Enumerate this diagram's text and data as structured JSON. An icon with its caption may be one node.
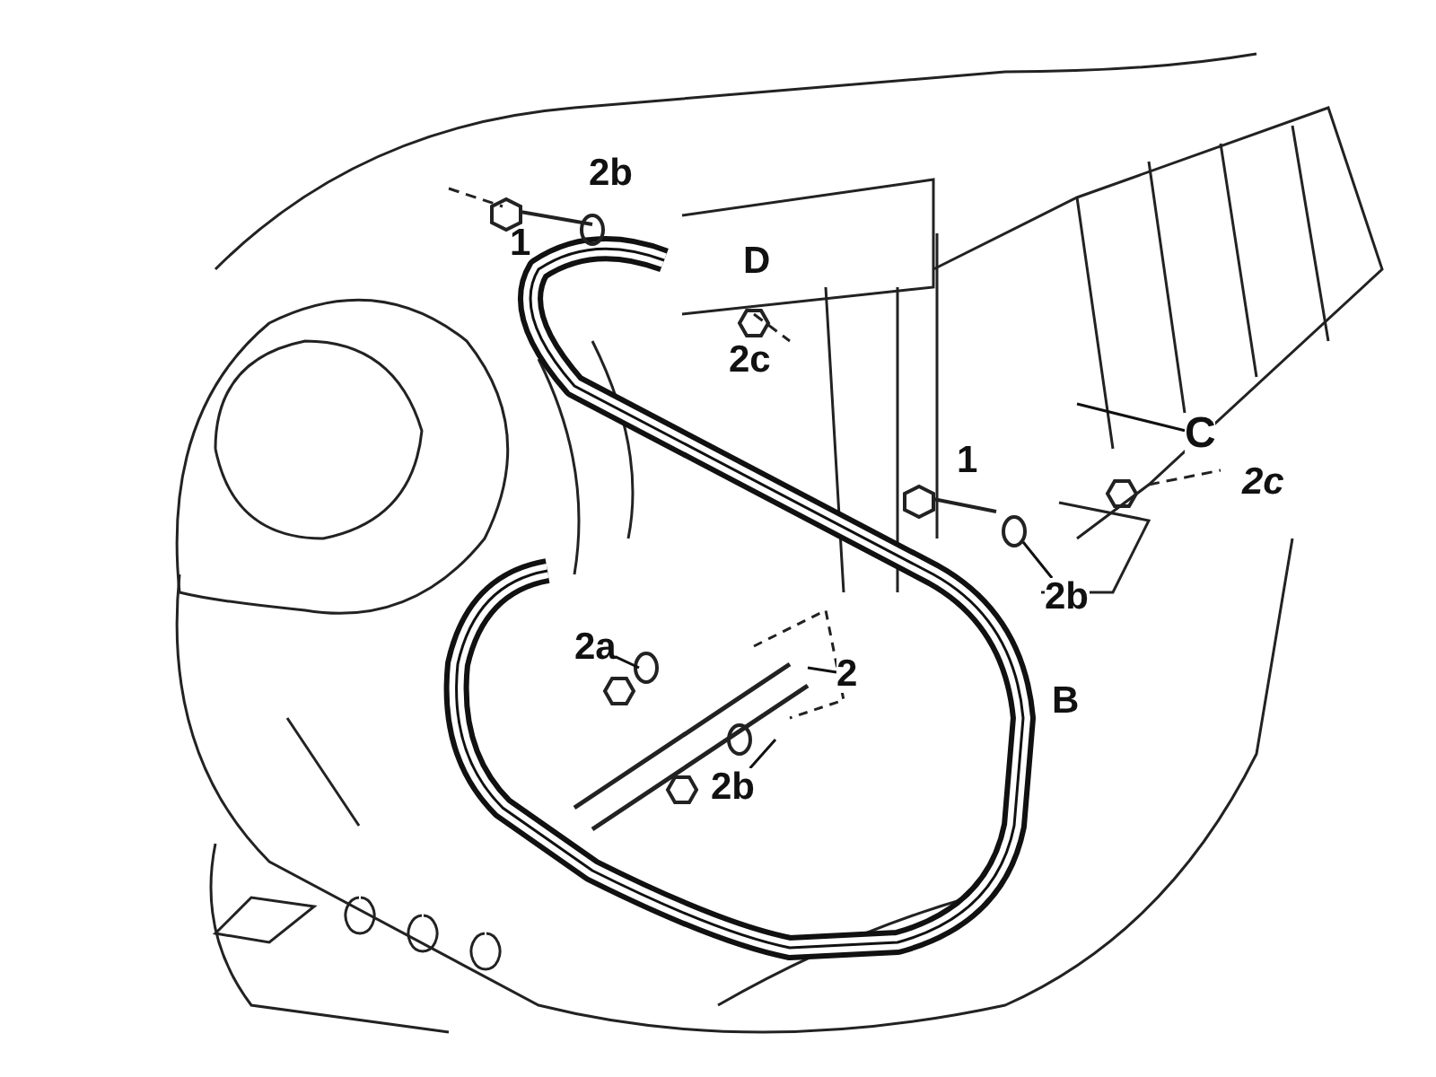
{
  "diagram": {
    "nodes": [
      {
        "text": [
          "C"
        ]
      },
      {
        "text": [
          "2b"
        ]
      },
      {
        "text": [
          "2a"
        ]
      },
      {
        "text": [
          "2"
        ]
      },
      {
        "text": [
          "2b"
        ]
      }
    ],
    "edges": [
      {
        "from": 0,
        "to": null,
        "arrow": "none"
      },
      {
        "from": 1,
        "to": null,
        "arrow": "none"
      },
      {
        "from": 2,
        "to": null,
        "arrow": "none"
      },
      {
        "from": 3,
        "to": null,
        "arrow": "none"
      },
      {
        "from": 4,
        "to": null,
        "arrow": "none"
      }
    ],
    "labels": [
      "1",
      "2b",
      "D",
      "2c",
      "2c",
      "1",
      "B"
    ]
  }
}
